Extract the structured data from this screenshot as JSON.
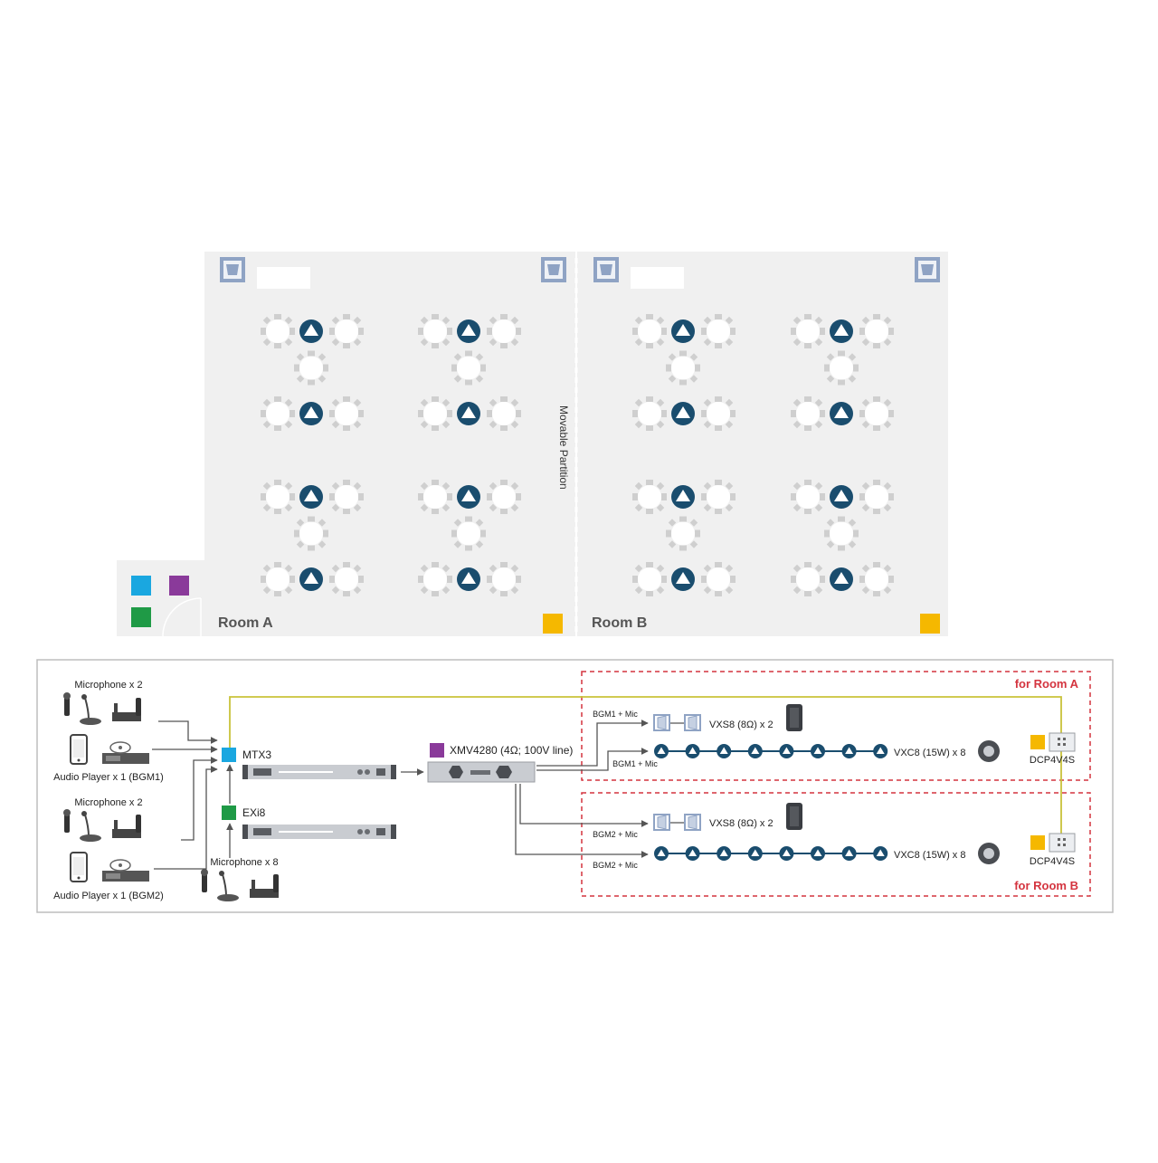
{
  "floor_plan": {
    "room_a_label": "Room A",
    "room_b_label": "Room B",
    "partition_label": "Movable Partition"
  },
  "diagram": {
    "mic_group_1": "Microphone x 2",
    "player_1": "Audio Player x 1 (BGM1)",
    "mic_group_2": "Microphone x 2",
    "player_2": "Audio Player x 1 (BGM2)",
    "mic_group_3": "Microphone x 8",
    "mtx3": "MTX3",
    "exi8": "EXi8",
    "xmv": "XMV4280 (4Ω; 100V line)",
    "zone_a_title": "for Room A",
    "zone_b_title": "for Room B",
    "bgm1_mic_top": "BGM1 + Mic",
    "bgm1_mic_bottom": "BGM1 + Mic",
    "bgm2_mic_top": "BGM2 + Mic",
    "bgm2_mic_bottom": "BGM2 + Mic",
    "vxs8_a": "VXS8 (8Ω) x 2",
    "vxc8_a": "VXC8 (15W) x 8",
    "vxs8_b": "VXS8 (8Ω) x 2",
    "vxc8_b": "VXC8 (15W) x 8",
    "dcp_a": "DCP4V4S",
    "dcp_b": "DCP4V4S"
  },
  "colors": {
    "mtx3": "#1aa7e0",
    "exi8": "#1f9a46",
    "xmv": "#8a3a9a",
    "dcp": "#f5b800",
    "speaker": "#1a4d6e",
    "zone": "#d4343f",
    "yellow_line": "#c9c23a"
  }
}
